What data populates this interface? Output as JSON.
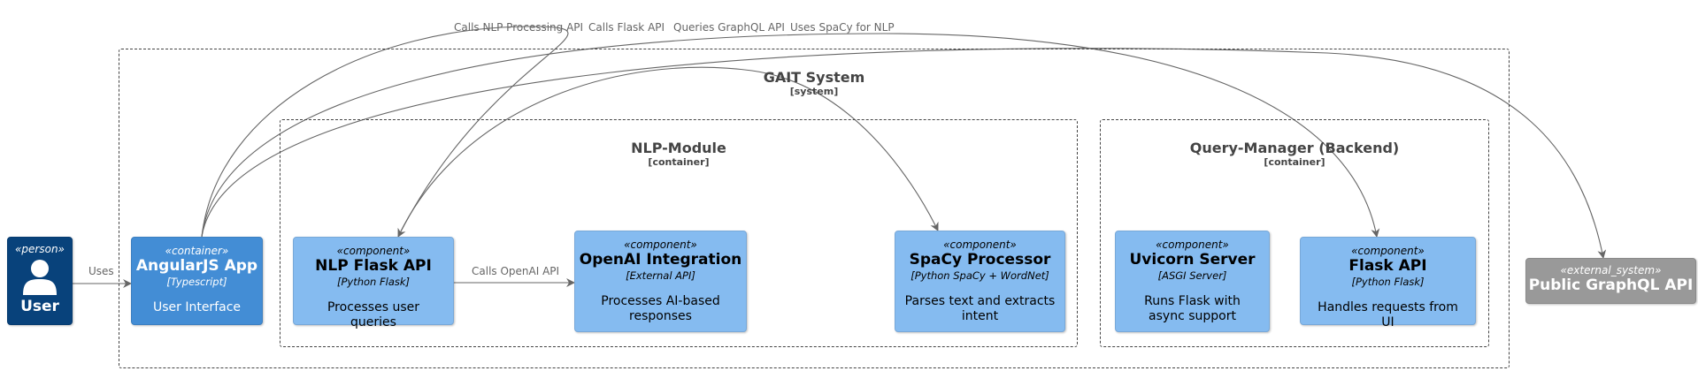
{
  "system": {
    "title": "GAIT System",
    "type": "[system]"
  },
  "nlp_module": {
    "title": "NLP-Module",
    "type": "[container]"
  },
  "query_manager": {
    "title": "Query-Manager (Backend)",
    "type": "[container]"
  },
  "person": {
    "stereotype": "«person»",
    "name": "User"
  },
  "angular": {
    "stereotype": "«container»",
    "name": "AngularJS App",
    "tech": "[Typescript]",
    "desc": "User Interface"
  },
  "nlp_flask": {
    "stereotype": "«component»",
    "name": "NLP Flask API",
    "tech": "[Python Flask]",
    "desc": "Processes user queries"
  },
  "openai": {
    "stereotype": "«component»",
    "name": "OpenAI Integration",
    "tech": "[External API]",
    "desc": "Processes AI-based responses"
  },
  "spacy": {
    "stereotype": "«component»",
    "name": "SpaCy Processor",
    "tech": "[Python SpaCy + WordNet]",
    "desc": "Parses text and extracts intent"
  },
  "uvicorn": {
    "stereotype": "«component»",
    "name": "Uvicorn Server",
    "tech": "[ASGI Server]",
    "desc": "Runs Flask with async support"
  },
  "flask_api": {
    "stereotype": "«component»",
    "name": "Flask API",
    "tech": "[Python Flask]",
    "desc": "Handles requests from UI"
  },
  "graphql": {
    "stereotype": "«external_system»",
    "name": "Public GraphQL API"
  },
  "relations": {
    "uses": "Uses",
    "calls_nlp": "Calls NLP Processing API",
    "calls_flask": "Calls Flask API",
    "queries_graphql": "Queries GraphQL API",
    "uses_spacy": "Uses SpaCy for NLP",
    "calls_openai": "Calls OpenAI API"
  },
  "colors": {
    "person": "#08427b",
    "container": "#438dd5",
    "component": "#85bbf0",
    "external": "#999999",
    "edge": "#666666"
  }
}
